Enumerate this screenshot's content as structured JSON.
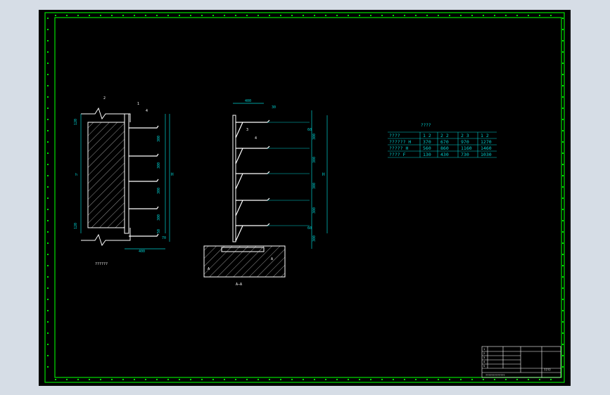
{
  "table": {
    "title": "????",
    "rows": [
      [
        "????",
        "1 2",
        "2 2",
        "2 3",
        "1 2"
      ],
      [
        "?????? H",
        "370",
        "670",
        "970",
        "1270"
      ],
      [
        "????? H",
        "560",
        "860",
        "1160",
        "1460"
      ],
      [
        "???? F",
        "130",
        "430",
        "730",
        "1030"
      ]
    ]
  },
  "view_left": {
    "caption": "??????",
    "dims_left": [
      "120",
      "h",
      "120"
    ],
    "dims_right": [
      "300",
      "300",
      "300",
      "300",
      "50"
    ],
    "dims_total": "H",
    "bottom_dim": "400",
    "bottom_dim2": "70",
    "callouts": [
      "2",
      "1",
      "4"
    ]
  },
  "view_right": {
    "caption": "A—A",
    "top_dim": "400",
    "top_dim2": "30",
    "dims_right": [
      "300",
      "300",
      "300",
      "300",
      "300"
    ],
    "small_dims": [
      "60",
      "60"
    ],
    "dims_total": "H",
    "callouts": [
      "3",
      "4",
      "A",
      "A"
    ]
  },
  "title_block": {
    "labels": [
      "1",
      "2",
      "3",
      "4",
      "5"
    ],
    "drawing_name": "????",
    "notes": "?????????????"
  },
  "colors": {
    "frame": "#00e000",
    "line": "#ffffff",
    "dim": "#00d0d0",
    "hatch": "#ffffff",
    "background": "#000000",
    "table": "#00d0d0"
  }
}
